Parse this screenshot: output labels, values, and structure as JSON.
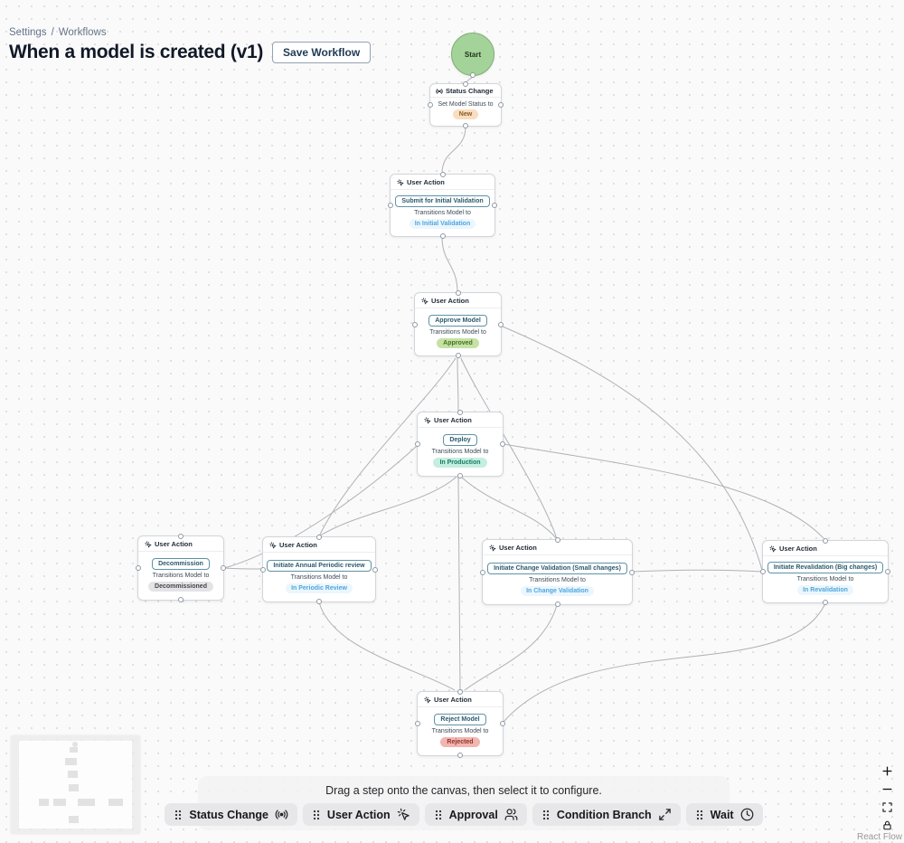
{
  "breadcrumb": {
    "section": "Settings",
    "separator": "/",
    "page": "Workflows"
  },
  "header": {
    "title": "When a model is created (v1)",
    "save_button_label": "Save Workflow"
  },
  "canvas": {
    "start_node": {
      "label": "Start"
    },
    "nodes": [
      {
        "id": "status-change",
        "type_label": "Status Change",
        "icon": "broadcast-icon",
        "line1": "Set Model Status to",
        "badge": {
          "text": "New",
          "color_bg": "#f9ddc0",
          "color_text": "#8a5a26"
        }
      },
      {
        "id": "submit-initial-validation",
        "type_label": "User Action",
        "icon": "pointer-click-icon",
        "action_label": "Submit for Initial Validation",
        "line1": "Transitions Model to",
        "target_status": "In Initial Validation"
      },
      {
        "id": "approve-model",
        "type_label": "User Action",
        "icon": "pointer-click-icon",
        "action_label": "Approve Model",
        "line1": "Transitions Model to",
        "badge": {
          "text": "Approved",
          "color_bg": "#c5e2a5",
          "color_text": "#48701f"
        }
      },
      {
        "id": "deploy",
        "type_label": "User Action",
        "icon": "pointer-click-icon",
        "action_label": "Deploy",
        "line1": "Transitions Model to",
        "badge": {
          "text": "In Production",
          "color_bg": "#c4eee0",
          "color_text": "#167a62"
        }
      },
      {
        "id": "decommission",
        "type_label": "User Action",
        "icon": "pointer-click-icon",
        "action_label": "Decommission",
        "line1": "Transitions Model to",
        "badge": {
          "text": "Decommissioned",
          "color_bg": "#e4e4e7",
          "color_text": "#44444c"
        }
      },
      {
        "id": "periodic-review",
        "type_label": "User Action",
        "icon": "pointer-click-icon",
        "action_label": "Initiate Annual Periodic review",
        "line1": "Transitions Model to",
        "target_status": "In Periodic Review"
      },
      {
        "id": "change-validation",
        "type_label": "User Action",
        "icon": "pointer-click-icon",
        "action_label": "Initiate Change Validation (Small changes)",
        "line1": "Transitions Model to",
        "target_status": "In Change Validation"
      },
      {
        "id": "revalidation",
        "type_label": "User Action",
        "icon": "pointer-click-icon",
        "action_label": "Initiate Revalidation (Big changes)",
        "line1": "Transitions Model to",
        "target_status": "In Revalidation"
      },
      {
        "id": "reject-model",
        "type_label": "User Action",
        "icon": "pointer-click-icon",
        "action_label": "Reject Model",
        "line1": "Transitions Model to",
        "badge": {
          "text": "Rejected",
          "color_bg": "#f0b6b0",
          "color_text": "#97302c"
        }
      }
    ]
  },
  "palette": {
    "hint": "Drag a step onto the canvas, then select it to configure.",
    "items": [
      {
        "label": "Status Change",
        "icon": "broadcast-icon"
      },
      {
        "label": "User Action",
        "icon": "pointer-click-icon"
      },
      {
        "label": "Approval",
        "icon": "users-icon"
      },
      {
        "label": "Condition Branch",
        "icon": "expand-arrows-icon"
      },
      {
        "label": "Wait",
        "icon": "clock-icon"
      }
    ]
  },
  "controls": {
    "items": [
      {
        "name": "zoom-in"
      },
      {
        "name": "zoom-out"
      },
      {
        "name": "fit-view"
      },
      {
        "name": "lock"
      }
    ]
  },
  "attribution": "React Flow",
  "colors": {
    "canvas_bg": "#fafafa",
    "edge": "#b1b1b7",
    "start_fill": "#a3d398",
    "action_button_border": "#5e93a5",
    "action_button_text": "#2b5a6d",
    "status_link_text": "#4da7dd"
  }
}
